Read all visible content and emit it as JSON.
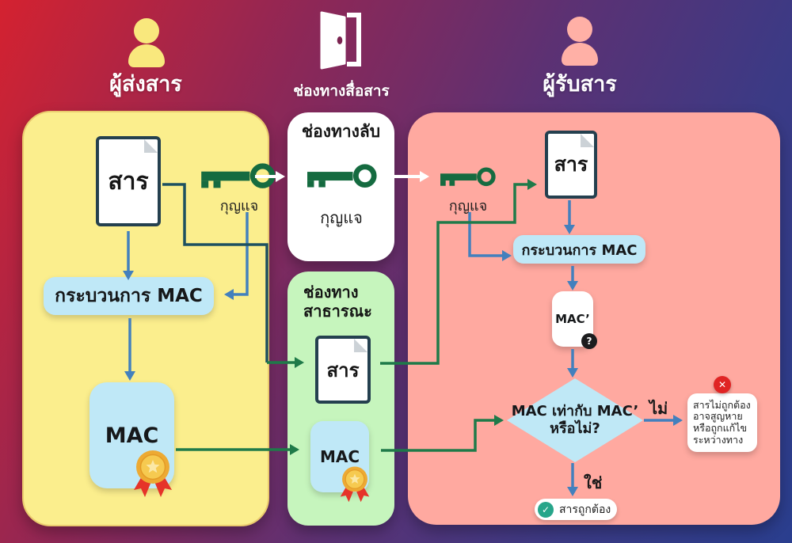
{
  "colors": {
    "bg_gradient": [
      "#d42230",
      "#8e2756",
      "#5c3173",
      "#3b3a85",
      "#2a3e8e"
    ],
    "sender_panel": "#fbee8d",
    "receiver_panel": "#ffa9a0",
    "secret_box": "#ffffff",
    "public_box": "#c6f5bd",
    "process_box": "#bfe8f7",
    "diamond": "#bfe8f6",
    "key_green": "#156b40",
    "line_green": "#1f7a49",
    "line_teal": "#1d5060",
    "arrow_blue": "#4380bd",
    "doc_border": "#24404f",
    "error_red": "#e02424",
    "success_teal": "#27a58a",
    "person_yellow": "#f9e87d",
    "person_pink": "#ffb0a6"
  },
  "header": {
    "sender": "ผู้ส่งสาร",
    "channel": "ช่องทางสื่อสาร",
    "receiver": "ผู้รับสาร"
  },
  "sender": {
    "message": "สาร",
    "key_label": "กุญแจ",
    "process": "กระบวนการ MAC",
    "mac": "MAC"
  },
  "secret_channel": {
    "title": "ช่องทางลับ",
    "key_label": "กุญแจ"
  },
  "public_channel": {
    "title_lines": [
      "ช่องทาง",
      "สาธารณะ"
    ],
    "message": "สาร",
    "mac": "MAC"
  },
  "receiver": {
    "key_label": "กุญแจ",
    "message": "สาร",
    "process": "กระบวนการ MAC",
    "mac_prime": "MAC’",
    "question_badge": "?",
    "decision_lines": [
      "MAC เท่ากับ MAC’",
      "หรือไม่?"
    ],
    "no_label": "ไม่",
    "yes_label": "ใช่",
    "error_badge": "✕",
    "error_lines": [
      "สารไม่ถูกต้อง",
      "อาจสูญหาย",
      "หรือถูกแก้ไข",
      "ระหว่างทาง"
    ],
    "success_badge": "✓",
    "success_text": "สารถูกต้อง"
  }
}
